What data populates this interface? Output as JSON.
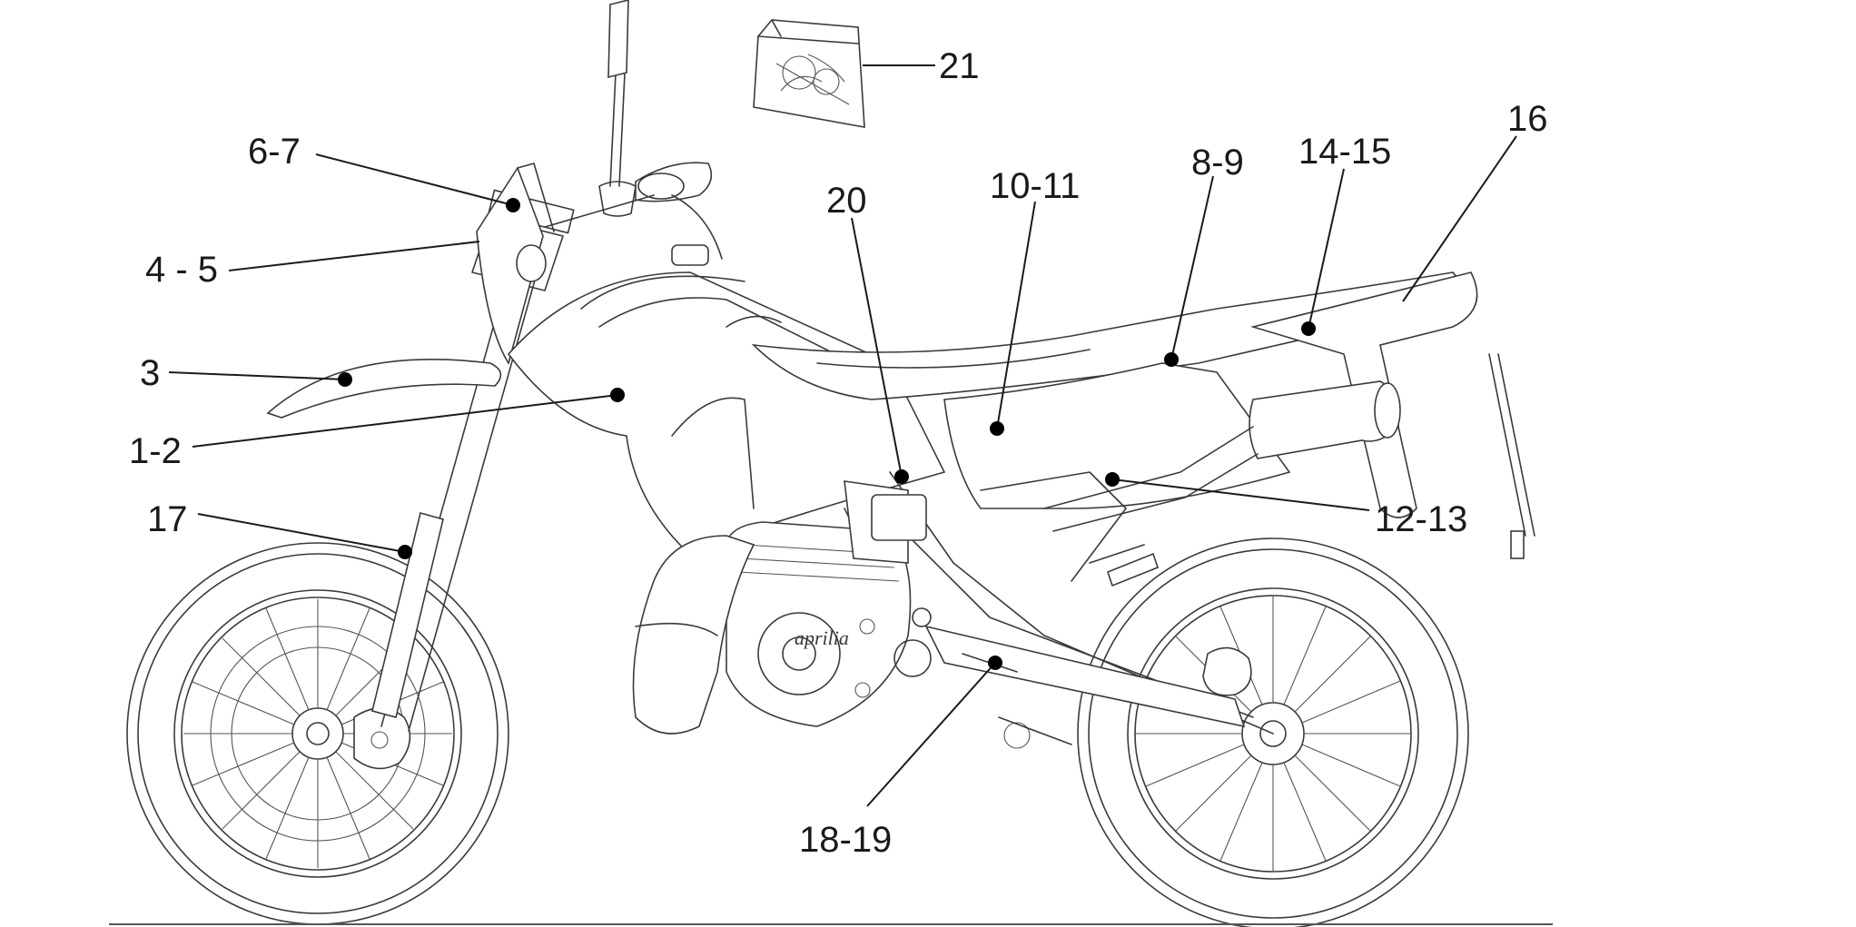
{
  "callouts": {
    "c21": "21",
    "c6_7": "6-7",
    "c4_5": "4 - 5",
    "c3": "3",
    "c1_2": "1-2",
    "c17": "17",
    "c20": "20",
    "c10_11": "10-11",
    "c8_9": "8-9",
    "c14_15": "14-15",
    "c16": "16",
    "c12_13": "12-13",
    "c18_19": "18-19"
  },
  "engine_logo": "aprilia",
  "colors": {
    "line": "#1a1a1a",
    "drawing": "#3a3a3a",
    "background": "#ffffff"
  }
}
